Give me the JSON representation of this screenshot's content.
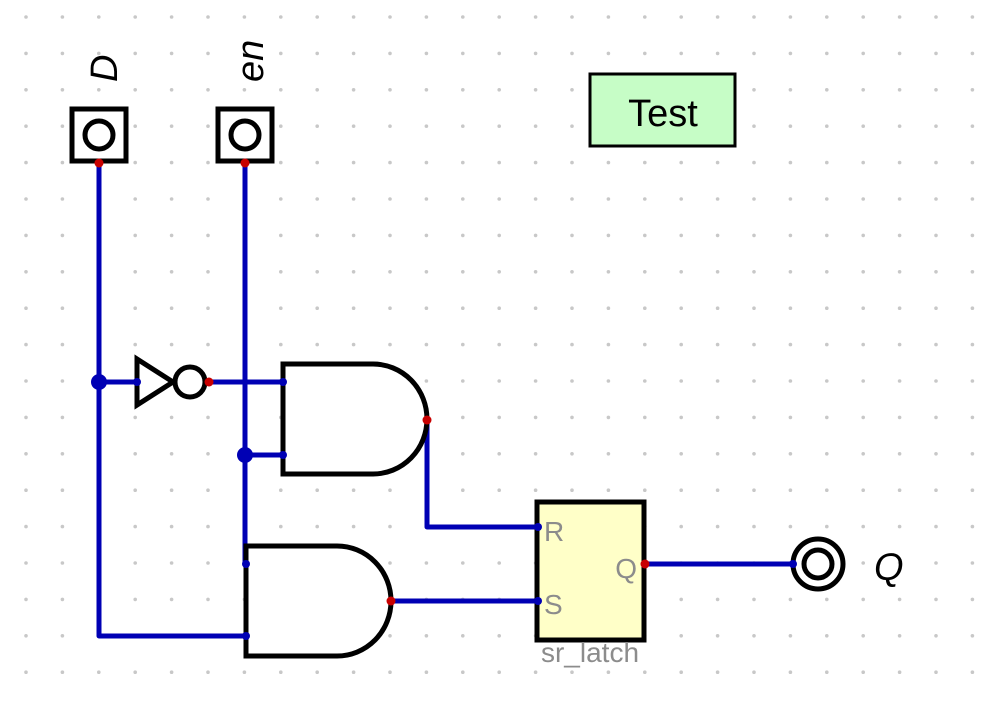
{
  "colors": {
    "background": "#ffffff",
    "grid_dot": "#c8c8c8",
    "wire": "#0000b4",
    "gate_stroke": "#000000",
    "pin": "#c80000",
    "test_fill": "#c6fdc6",
    "latch_fill": "#ffffc8",
    "subcircuit_text": "#8c8c8c"
  },
  "inputs": [
    {
      "label": "D"
    },
    {
      "label": "en"
    }
  ],
  "output": {
    "label": "Q"
  },
  "test_button": {
    "label": "Test"
  },
  "subcircuit": {
    "name": "sr_latch",
    "pins": {
      "r": "R",
      "s": "S",
      "q": "Q"
    }
  },
  "gates": [
    {
      "type": "not"
    },
    {
      "type": "and"
    },
    {
      "type": "and"
    }
  ]
}
